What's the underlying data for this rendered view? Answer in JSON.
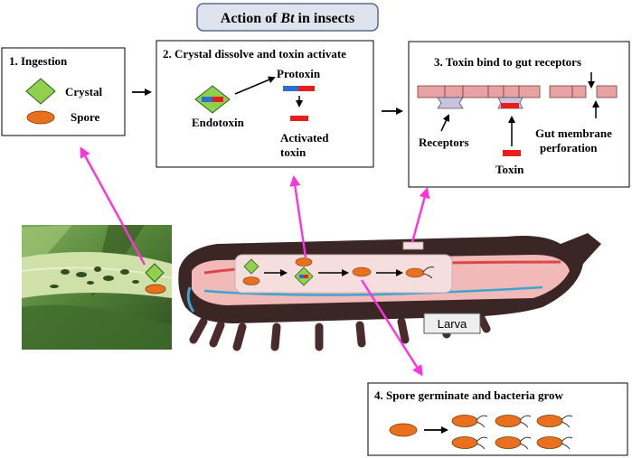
{
  "title": {
    "prefix": "Action of ",
    "italic": "Bt",
    "suffix": " in insects"
  },
  "panels": {
    "ingestion": {
      "heading": "1. Ingestion",
      "crystal_label": "Crystal",
      "spore_label": "Spore"
    },
    "activation": {
      "heading": "2. Crystal dissolve and toxin activate",
      "endotoxin_label": "Endotoxin",
      "protoxin_label": "Protoxin",
      "activated_label_1": "Activated",
      "activated_label_2": "toxin"
    },
    "binding": {
      "heading": "3. Toxin bind to gut receptors",
      "receptors_label": "Receptors",
      "toxin_label": "Toxin",
      "perforation_label_1": "Gut membrane",
      "perforation_label_2": "perforation"
    },
    "germination": {
      "heading": "4. Spore germinate and bacteria grow"
    }
  },
  "larva_label": "Larva",
  "colors": {
    "crystal": "#8fd14f",
    "spore": "#e8701e",
    "arrow_pink": "#ff33dd",
    "gut_cell": "#e7a3a3",
    "receptor": "#c9c3e0",
    "toxin_red": "#e81e1e",
    "toxin_blue": "#2c6fcf",
    "title_bg": "#dfe3ee"
  }
}
